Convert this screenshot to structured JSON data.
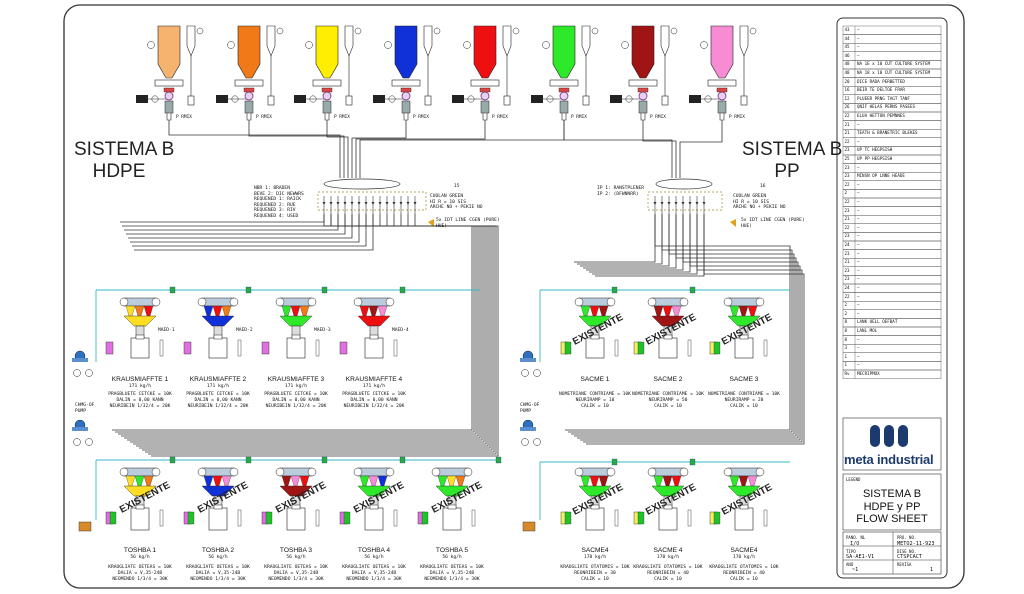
{
  "left_system": {
    "title_line1": "SISTEMA B",
    "title_line2": "HDPE"
  },
  "right_system": {
    "title_line1": "SISTEMA B",
    "title_line2": "PP"
  },
  "silos": [
    {
      "color": "#f6b36f",
      "tag": "P RMIX"
    },
    {
      "color": "#f07a18",
      "tag": "P RMIX"
    },
    {
      "color": "#ffee00",
      "tag": "P RMIX"
    },
    {
      "color": "#1030d8",
      "tag": "P RMIX"
    },
    {
      "color": "#ee1010",
      "tag": "P RMIX"
    },
    {
      "color": "#2ee82a",
      "tag": "P RMIX"
    },
    {
      "color": "#a01414",
      "tag": "P RMIX"
    },
    {
      "color": "#f78bd4",
      "tag": "P RMIX"
    }
  ],
  "left_note": {
    "lines": [
      "NBR 1:  BRADEN",
      "BEVE 2:  DIC NEWWRS",
      "REQUENED 1:  RAICK",
      "REQUENED 2:  RUE",
      "REQUENED 3:  RIV",
      "REQUENED 4:  USED"
    ],
    "right_lines": [
      "CUOLAN GREEN",
      "HI R = 10 SIS",
      "ARCHE NO + PEKIE NO"
    ],
    "sub": "5x IDT LINE CGEN (PURE) HUE)",
    "num": "15"
  },
  "right_note": {
    "lines": [
      "IP 1:  RANSTPLENER",
      "IP 2:  (DFWNNRR)"
    ],
    "right_lines": [
      "CUOLAN GREEN",
      "HI R = 10 SIS",
      "ARCHE NO + PEKIE NO"
    ],
    "sub": "5x IDT LINE CGEN (PURE) HUE)",
    "num": "16"
  },
  "krausmaffei": [
    {
      "name": "KRAUSMIAFFTE 1",
      "cap": "171 kg/h",
      "spec1": "PRAGBLUETE CETCKE = 10K",
      "spec2": "DALIN = 0,00 KANN",
      "spec3": "NEURIBEIN 1/32/4 = 20K",
      "tag": "MAED-1",
      "colors": [
        "#ffdd22",
        "#f07a18",
        "#ee1010"
      ]
    },
    {
      "name": "KRAUSMIAFFTE 2",
      "cap": "171 kg/h",
      "spec1": "PRAGBLUETE CETCKE = 10K",
      "spec2": "DALIN = 0,00 KANN",
      "spec3": "NEURIBEIN 1/32/4 = 20K",
      "tag": "MAED-2",
      "colors": [
        "#1030d8",
        "#ee1010",
        "#f07a18"
      ]
    },
    {
      "name": "KRAUSMIAFFTE 3",
      "cap": "171 kg/h",
      "spec1": "PRAGBLUETE CETCKE = 10K",
      "spec2": "DALIN = 0,00 KANN",
      "spec3": "NEURIBEIN 1/32/4 = 20K",
      "tag": "MAED-3",
      "colors": [
        "#2ee82a",
        "#ee1010",
        "#f07a18"
      ]
    },
    {
      "name": "KRAUSMIAFFTE 4",
      "cap": "171 kg/h",
      "spec1": "PRAGBLUETE CETCKE = 10K",
      "spec2": "DALIN = 0,00 KANN",
      "spec3": "NEURIBEIN 1/32/4 = 20K",
      "tag": "MAED-4",
      "colors": [
        "#ee1010",
        "#a01414",
        "#f78bd4"
      ]
    }
  ],
  "sacme_top": [
    {
      "name": "SACME 1",
      "spec1": "NOMETRIANE CONTRIAME = 10K",
      "spec2": "NEURIRAMP = 10",
      "spec3": "CALIK = 10",
      "colors": [
        "#2ee82a",
        "#ee1010",
        "#a01414"
      ]
    },
    {
      "name": "SACME 2",
      "spec1": "NOMETRIANE CONTRIAME = 10K",
      "spec2": "NEURIRAMP = 50",
      "spec3": "CALIK = 10",
      "colors": [
        "#a01414",
        "#ee1010",
        "#f78bd4"
      ]
    },
    {
      "name": "SACME 3",
      "spec1": "NOMETRIANE CONTRIAME = 10K",
      "spec2": "NEURIRAMP = 20",
      "spec3": "CALIK = 10",
      "colors": [
        "#2ee82a",
        "#a01414",
        "#ee1010"
      ]
    }
  ],
  "toshiba": [
    {
      "name": "TOSHBA 1",
      "cap": "56 kg/h",
      "spec1": "KRAOGLIATE OETEAS = 10K",
      "spec2": "DALIA = V,35-24B",
      "spec3": "NEOMENDO 1/3/4 = 30K",
      "colors": [
        "#ffdd22",
        "#2ee82a",
        "#f07a18"
      ]
    },
    {
      "name": "TOSHBA 2",
      "cap": "56 kg/h",
      "spec1": "KRAOGLIATE OETEAS = 10K",
      "spec2": "DALIA = V,35-24B",
      "spec3": "NEOMENDO 1/3/4 = 30K",
      "colors": [
        "#1030d8",
        "#ee1010",
        "#f78bd4"
      ]
    },
    {
      "name": "TOSHBA 3",
      "cap": "56 kg/h",
      "spec1": "KRAOGLIATE OETEAS = 10K",
      "spec2": "DALIA = V,35-24B",
      "spec3": "NEOMENDO 1/3/4 = 30K",
      "colors": [
        "#a01414",
        "#f78bd4",
        "#ee1010"
      ]
    },
    {
      "name": "TOSHBA 4",
      "cap": "56 kg/h",
      "spec1": "KRAOGLIATE OETEAS = 10K",
      "spec2": "DALIA = V,35-24B",
      "spec3": "NEOMENDO 1/3/4 = 30K",
      "colors": [
        "#2ee82a",
        "#f78bd4",
        "#1030d8"
      ]
    },
    {
      "name": "TOSHBA 5",
      "cap": "56 kg/h",
      "spec1": "KRAOGLIATE OETEAS = 10K",
      "spec2": "DALIA = V,35-24B",
      "spec3": "NEOMENDO 1/3/4 = 30K",
      "colors": [
        "#2ee82a",
        "#ffdd22",
        "#f07a18"
      ]
    }
  ],
  "sacme_bottom": [
    {
      "name": "SACME4",
      "cap": "170 kg/h",
      "spec1": "KRAOGLIATE OTATOMIS = 10K",
      "spec2": "REONRIBEIN = 30",
      "spec3": "CALIK = 10",
      "colors": [
        "#2ee82a",
        "#ee1010",
        "#a01414"
      ]
    },
    {
      "name": "SACME 4",
      "cap": "170 kg/h",
      "spec1": "KRAOGLIATE OTATOMIS = 10K",
      "spec2": "REONRIBEIN = 40",
      "spec3": "CALIK = 10",
      "colors": [
        "#2ee82a",
        "#a01414",
        "#ee1010"
      ]
    },
    {
      "name": "SACME4",
      "cap": "170 kg/h",
      "spec1": "KRAOGLIATE OTATOMIS = 10K",
      "spec2": "REONRIBEIN = 40",
      "spec3": "CALIK = 10",
      "colors": [
        "#2ee82a",
        "#a01414",
        "#f78bd4"
      ]
    }
  ],
  "existente_label": "EXISTENTE",
  "pump_label_1": "CHMG-OF PUMP",
  "pump_label_2": "CHMG-OF PUMP",
  "revisions": [
    {
      "n": "43",
      "t": "–"
    },
    {
      "n": "44",
      "t": "–"
    },
    {
      "n": "45",
      "t": "–"
    },
    {
      "n": "46",
      "t": "–"
    },
    {
      "n": "48",
      "t": "NA 1E x 10 CUT CULTURE SYSTEM"
    },
    {
      "n": "48",
      "t": "NA 18 x 10 CUT CULTURE SYSTEM"
    },
    {
      "n": "20",
      "t": "DICE RADA PERBETTED"
    },
    {
      "n": "16",
      "t": "BEIR TE DELTOE FRAR"
    },
    {
      "n": "12",
      "t": "PLUEER PRNG TAGT TANF"
    },
    {
      "n": "26",
      "t": "QNIF HELAS PERNS PASEES"
    },
    {
      "n": "22",
      "t": "ELUA HETTON PEMNNES"
    },
    {
      "n": "21",
      "t": "–"
    },
    {
      "n": "21",
      "t": "TEATH & BRANETRIC BLEKES"
    },
    {
      "n": "22",
      "t": "–"
    },
    {
      "n": "23",
      "t": "UP TC HEGPSISH"
    },
    {
      "n": "25",
      "t": "UP PP HEGPSISH"
    },
    {
      "n": "23",
      "t": "–"
    },
    {
      "n": "23",
      "t": "MINSN OP LNNE HEADE"
    },
    {
      "n": "22",
      "t": "–"
    },
    {
      "n": "2",
      "t": "–"
    },
    {
      "n": "22",
      "t": "–"
    },
    {
      "n": "23",
      "t": "–"
    },
    {
      "n": "21",
      "t": "–"
    },
    {
      "n": "22",
      "t": "–"
    },
    {
      "n": "23",
      "t": "–"
    },
    {
      "n": "24",
      "t": "–"
    },
    {
      "n": "23",
      "t": "–"
    },
    {
      "n": "21",
      "t": "–"
    },
    {
      "n": "23",
      "t": "–"
    },
    {
      "n": "23",
      "t": "–"
    },
    {
      "n": "24",
      "t": "–"
    },
    {
      "n": "22",
      "t": "–"
    },
    {
      "n": "2",
      "t": "–"
    },
    {
      "n": "2",
      "t": "–"
    },
    {
      "n": "8",
      "t": "LANK UELL OEFBAT"
    },
    {
      "n": "8",
      "t": "LANL MOL"
    },
    {
      "n": "8",
      "t": "–"
    },
    {
      "n": "3",
      "t": "–"
    },
    {
      "n": "1",
      "t": "–"
    },
    {
      "n": "1",
      "t": "–"
    },
    {
      "n": "Rv",
      "t": "MECRIPMUX"
    }
  ],
  "logo": {
    "text": "meta industrial",
    "label": "LEGEND"
  },
  "title_block": {
    "line1": "SISTEMA B",
    "line2": "HDPE y PP",
    "line3": "FLOW SHEET"
  },
  "meta": {
    "label1": "PANO. NL",
    "val1": "I/O",
    "label2": "PRO. NO.",
    "val2": "METO2-11-923",
    "label3": "TIPO",
    "val3": "SA-AE1-V1",
    "label4": "DISE NO.",
    "val4": "CTSPCACT",
    "label5": "ANO",
    "val5": "~1",
    "label6": "REVISA",
    "val6": "1"
  }
}
